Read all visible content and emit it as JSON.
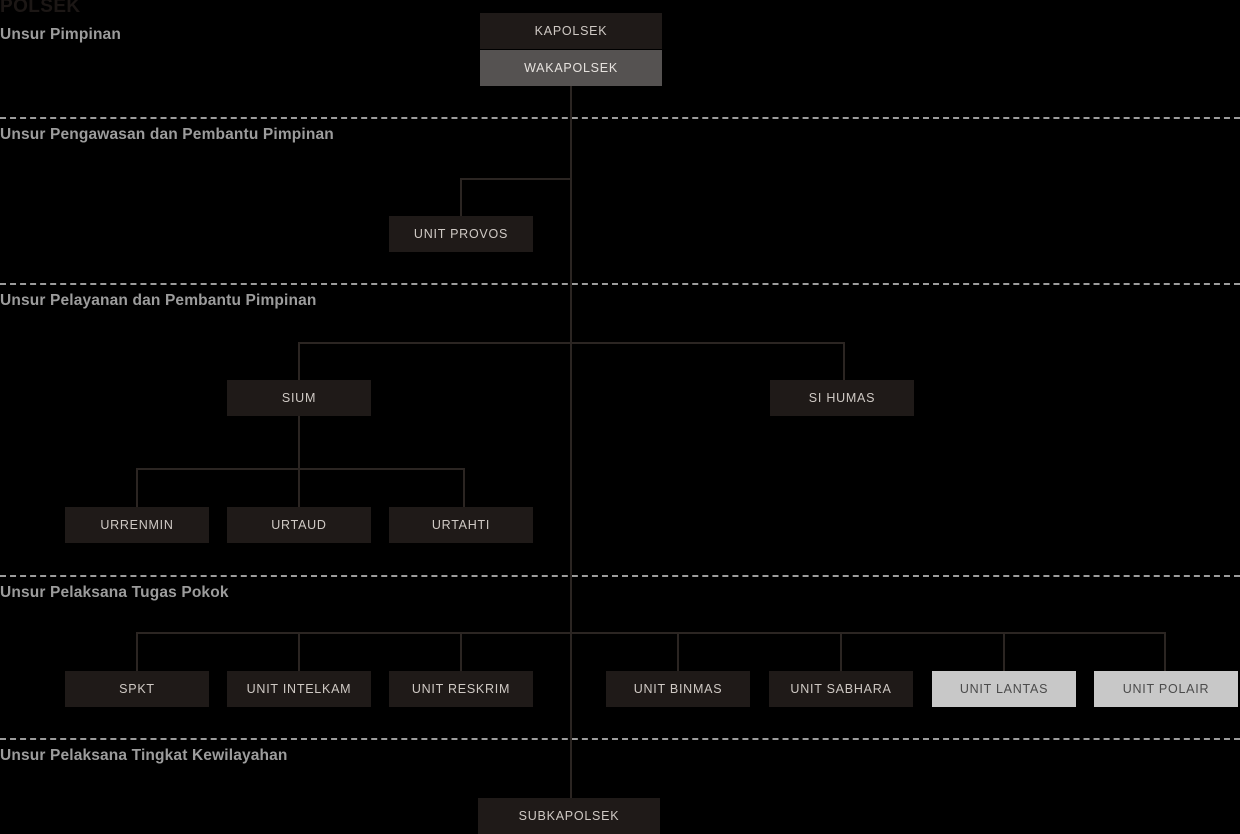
{
  "chart_data": {
    "type": "diagram",
    "title": "POLSEK",
    "subtitle": "",
    "description": "Organizational structure chart of an Indonesian POLSEK (police sub-district), grouped into five horizontal bands separated by dashed divider lines.",
    "bands": [
      {
        "id": "pimpinan",
        "label": "Unsur Pimpinan"
      },
      {
        "id": "pengawasan",
        "label": "Unsur Pengawasan dan Pembantu Pimpinan"
      },
      {
        "id": "pelayanan",
        "label": "Unsur Pelayanan dan Pembantu Pimpinan"
      },
      {
        "id": "pelaksana",
        "label": "Unsur Pelaksana Tugas Pokok"
      },
      {
        "id": "kewilayahan",
        "label": "Unsur Pelaksana Tingkat Kewilayahan"
      }
    ],
    "nodes": [
      {
        "id": "kapolsek",
        "label": "KAPOLSEK",
        "band": "pimpinan",
        "style": "dark"
      },
      {
        "id": "wakapolsek",
        "label": "WAKAPOLSEK",
        "band": "pimpinan",
        "style": "mid"
      },
      {
        "id": "unit-provos",
        "label": "UNIT PROVOS",
        "band": "pengawasan",
        "style": "dark"
      },
      {
        "id": "sium",
        "label": "SIUM",
        "band": "pelayanan",
        "style": "dark"
      },
      {
        "id": "si-humas",
        "label": "SI HUMAS",
        "band": "pelayanan",
        "style": "dark"
      },
      {
        "id": "urrenmin",
        "label": "URRENMIN",
        "band": "pelayanan",
        "style": "dark"
      },
      {
        "id": "urtaud",
        "label": "URTAUD",
        "band": "pelayanan",
        "style": "dark"
      },
      {
        "id": "urtahti",
        "label": "URTAHTI",
        "band": "pelayanan",
        "style": "dark"
      },
      {
        "id": "spkt",
        "label": "SPKT",
        "band": "pelaksana",
        "style": "dark"
      },
      {
        "id": "unit-intelkam",
        "label": "UNIT INTELKAM",
        "band": "pelaksana",
        "style": "dark"
      },
      {
        "id": "unit-reskrim",
        "label": "UNIT RESKRIM",
        "band": "pelaksana",
        "style": "dark"
      },
      {
        "id": "unit-binmas",
        "label": "UNIT BINMAS",
        "band": "pelaksana",
        "style": "dark"
      },
      {
        "id": "unit-sabhara",
        "label": "UNIT SABHARA",
        "band": "pelaksana",
        "style": "dark"
      },
      {
        "id": "unit-lantas",
        "label": "UNIT LANTAS",
        "band": "pelaksana",
        "style": "light"
      },
      {
        "id": "unit-polair",
        "label": "UNIT POLAIR",
        "band": "pelaksana",
        "style": "light"
      },
      {
        "id": "subkapolsek",
        "label": "SUBKAPOLSEK",
        "band": "kewilayahan",
        "style": "dark"
      }
    ],
    "colors": {
      "background": "#000000",
      "node_dark": "#1f1a18",
      "node_mid": "#555251",
      "node_light": "#c8c8c8",
      "connector": "#2b2522",
      "divider": "#9c9c9c",
      "band_label": "#9c9c9c",
      "title": "#1c1715"
    }
  },
  "title": {
    "text": "POLSEK"
  },
  "bands": {
    "pimpinan": "Unsur Pimpinan",
    "pengawasan": "Unsur Pengawasan dan Pembantu Pimpinan",
    "pelayanan": "Unsur Pelayanan dan Pembantu Pimpinan",
    "pelaksana": "Unsur Pelaksana Tugas Pokok",
    "kewilayahan": "Unsur Pelaksana Tingkat Kewilayahan"
  },
  "nodes": {
    "kapolsek": "KAPOLSEK",
    "wakapolsek": "WAKAPOLSEK",
    "unit_provos": "UNIT PROVOS",
    "sium": "SIUM",
    "si_humas": "SI HUMAS",
    "urrenmin": "URRENMIN",
    "urtaud": "URTAUD",
    "urtahti": "URTAHTI",
    "spkt": "SPKT",
    "unit_intelkam": "UNIT INTELKAM",
    "unit_reskrim": "UNIT RESKRIM",
    "unit_binmas": "UNIT BINMAS",
    "unit_sabhara": "UNIT SABHARA",
    "unit_lantas": "UNIT LANTAS",
    "unit_polair": "UNIT POLAIR",
    "subkapolsek": "SUBKAPOLSEK"
  }
}
